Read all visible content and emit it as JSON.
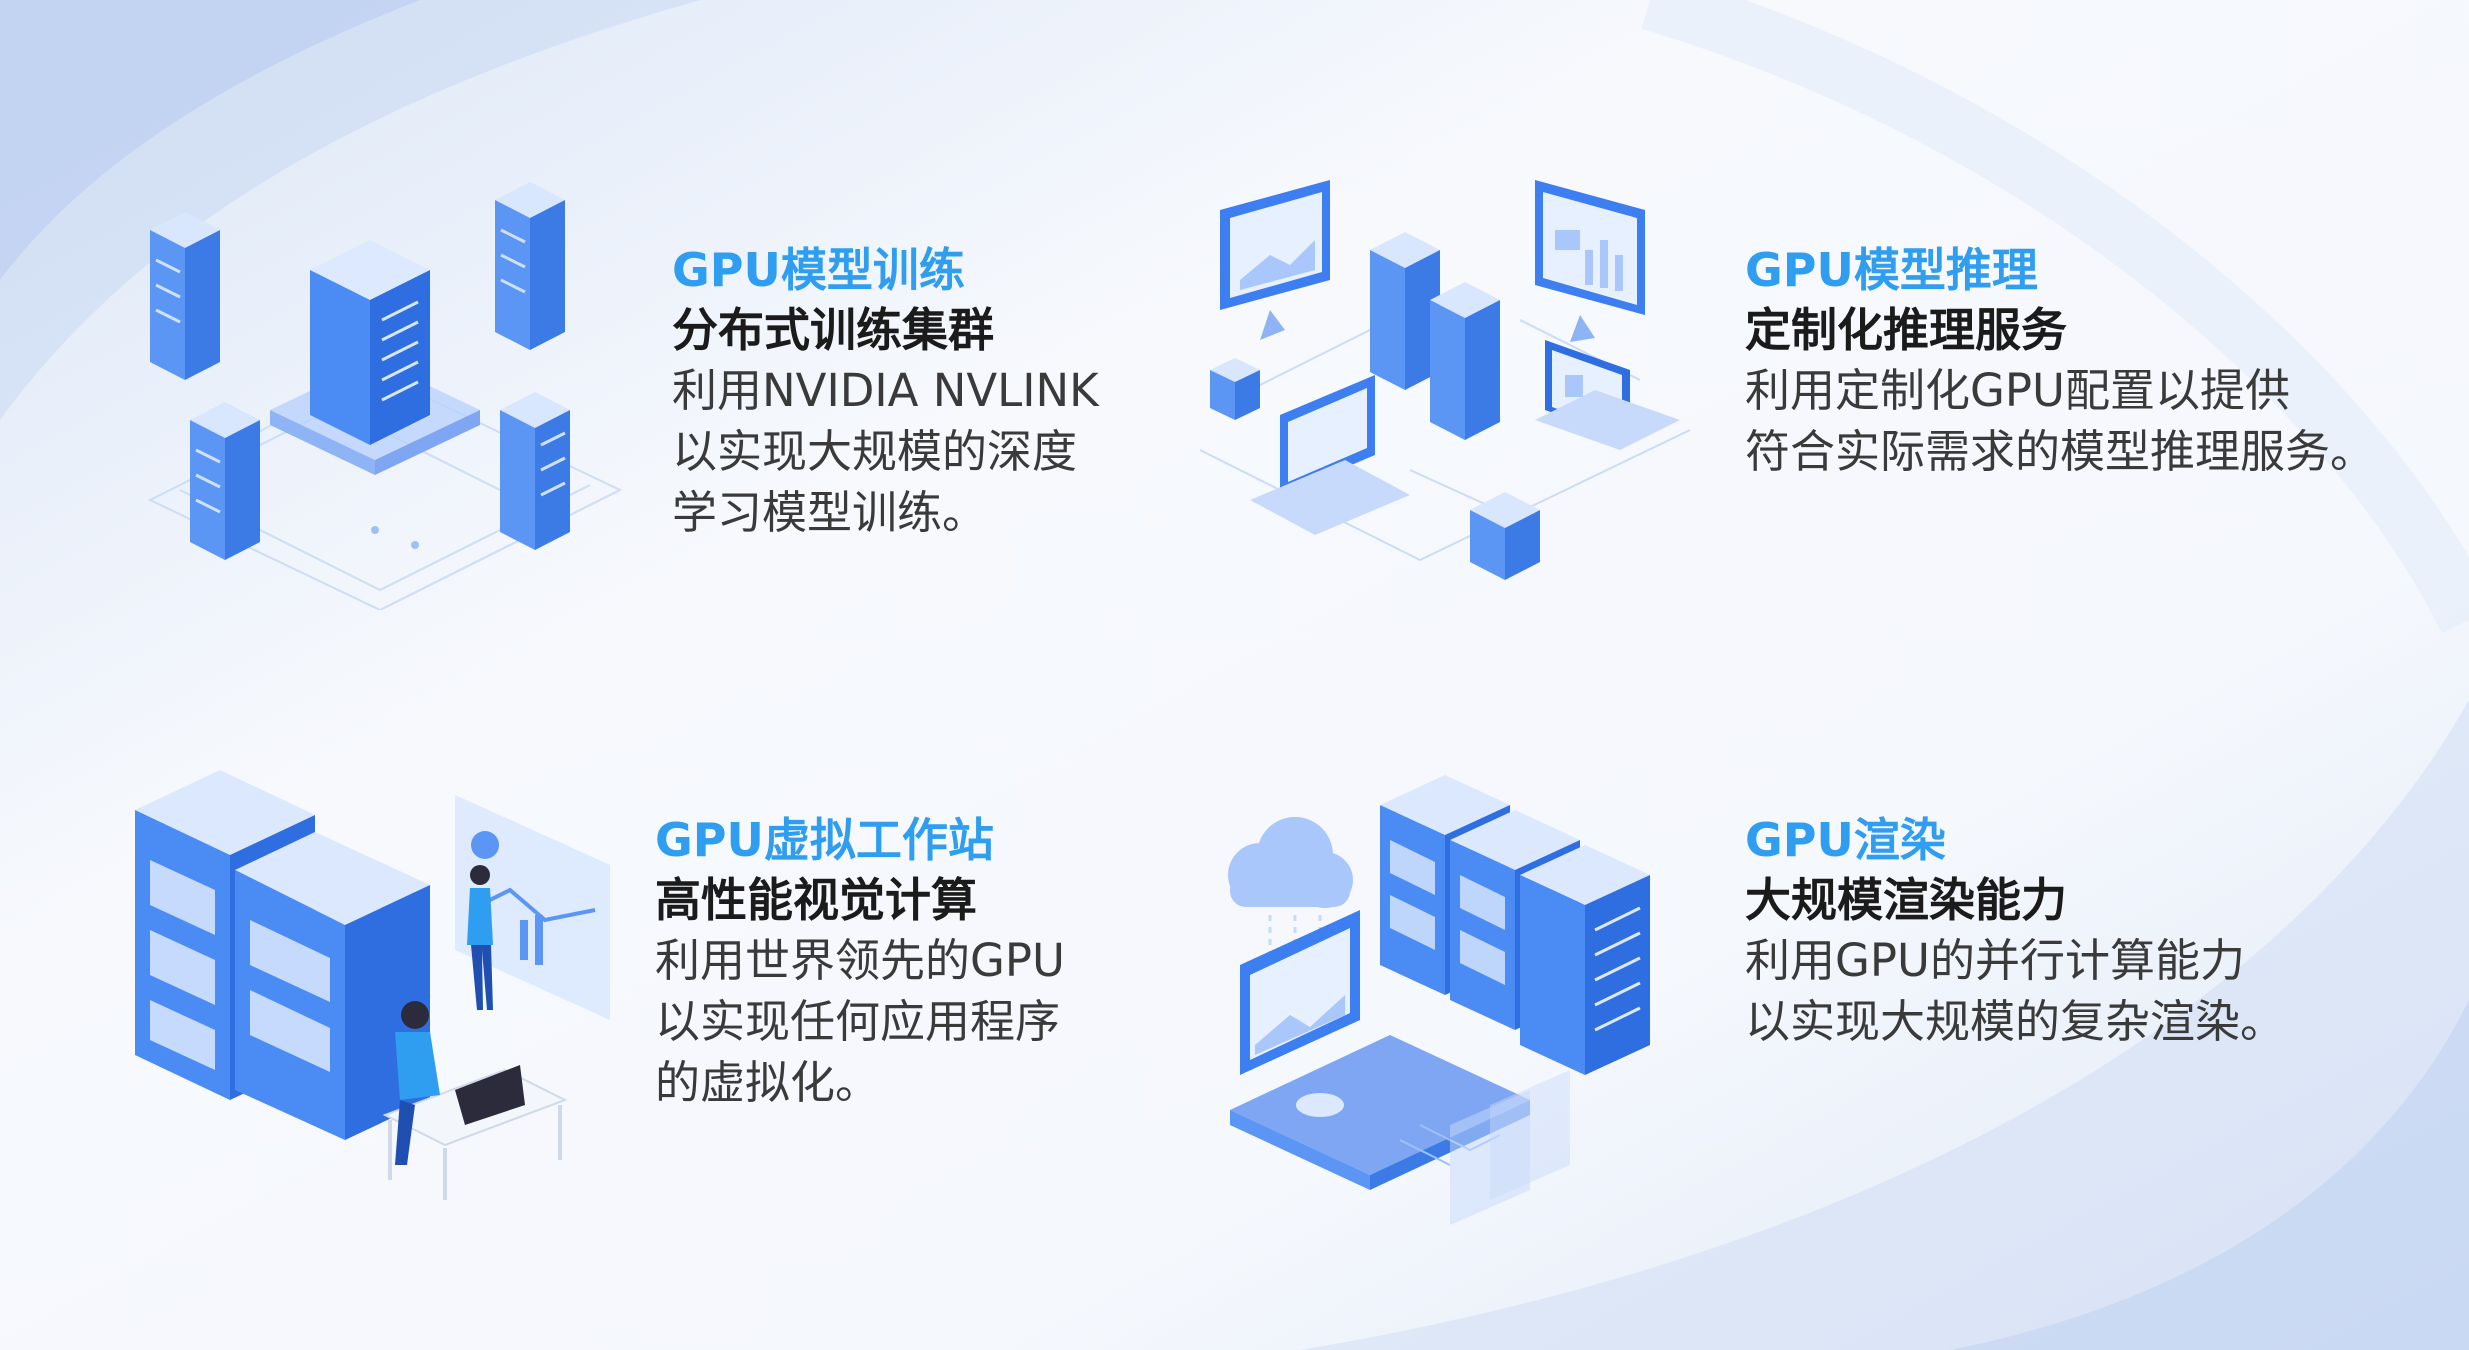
{
  "cards": [
    {
      "title": "GPU模型训练",
      "subtitle": "分布式训练集群",
      "lines": [
        "利用NVIDIA NVLINK",
        "以实现大规模的深度",
        "学习模型训练。"
      ],
      "icon": "server-cluster-icon"
    },
    {
      "title": "GPU模型推理",
      "subtitle": "定制化推理服务",
      "lines": [
        "利用定制化GPU配置以提供",
        "符合实际需求的模型推理服务。"
      ],
      "icon": "inference-network-icon"
    },
    {
      "title": "GPU虚拟工作站",
      "subtitle": "高性能视觉计算",
      "lines": [
        "利用世界领先的GPU",
        "以实现任何应用程序",
        "的虚拟化。"
      ],
      "icon": "virtual-workstation-icon"
    },
    {
      "title": "GPU渲染",
      "subtitle": "大规模渲染能力",
      "lines": [
        "利用GPU的并行计算能力",
        "以实现大规模的复杂渲染。"
      ],
      "icon": "cloud-render-icon"
    }
  ],
  "colors": {
    "accent": "#2f9df0",
    "heading": "#1b1b1b",
    "body": "#3a3a3a",
    "server_blue": "#3d7ef0",
    "server_light": "#a9c7fb"
  }
}
